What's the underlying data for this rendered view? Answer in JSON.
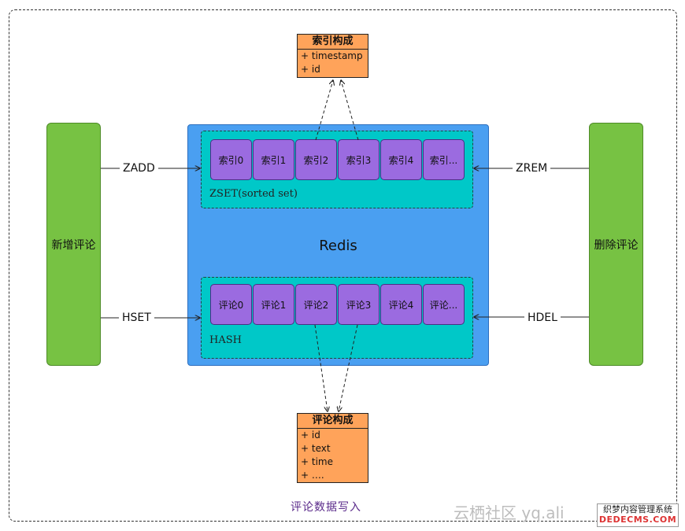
{
  "left_box": {
    "label": "新增评论"
  },
  "right_box": {
    "label": "删除评论"
  },
  "redis": {
    "label": "Redis"
  },
  "zset": {
    "label": "ZSET(sorted set)",
    "slots": [
      "索引0",
      "索引1",
      "索引2",
      "索引3",
      "索引4",
      "索引..."
    ]
  },
  "hash": {
    "label": "HASH",
    "slots": [
      "评论0",
      "评论1",
      "评论2",
      "评论3",
      "评论4",
      "评论..."
    ]
  },
  "edges": {
    "zadd": "ZADD",
    "hset": "HSET",
    "zrem": "ZREM",
    "hdel": "HDEL"
  },
  "index_class": {
    "title": "索引构成",
    "fields": [
      "+ timestamp",
      "+ id"
    ]
  },
  "comment_class": {
    "title": "评论构成",
    "fields": [
      "+ id",
      "+ text",
      "+ time",
      "+ …."
    ]
  },
  "caption": "评论数据写入",
  "watermark": {
    "text": "云栖社区 yq.ali",
    "badge_top": "织梦内容管理系统",
    "badge_bottom": "DEDECMS.COM"
  },
  "colors": {
    "green": "#77c243",
    "redis_blue": "#4a9ff1",
    "teal": "#00c8c8",
    "purple": "#9b6be0",
    "orange": "#ffa35a"
  }
}
